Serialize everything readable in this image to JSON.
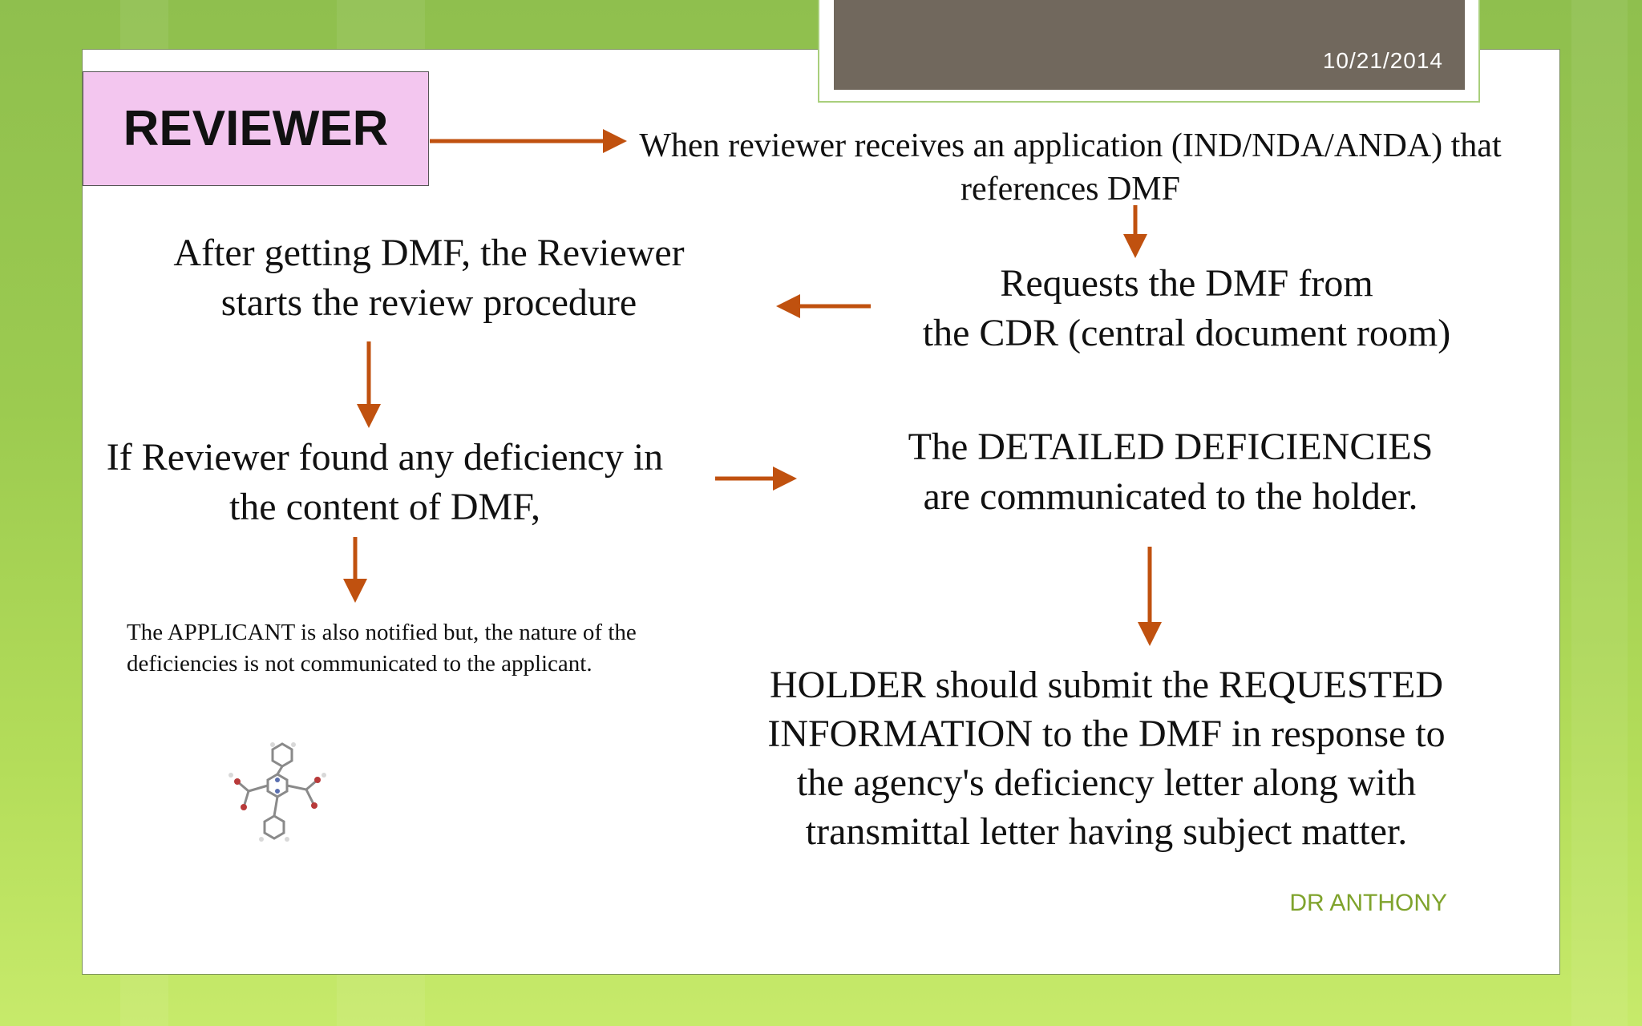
{
  "header": {
    "date": "10/21/2014"
  },
  "reviewer_label": "REVIEWER",
  "steps": {
    "receives": [
      "When reviewer receives an application (IND/NDA/ANDA) that",
      "references DMF"
    ],
    "requests": [
      "Requests the DMF from",
      "the CDR (central document room)"
    ],
    "review": [
      "After getting DMF, the Reviewer",
      "starts the review procedure"
    ],
    "deficiency_found": [
      "If Reviewer found any deficiency in",
      "the content of  DMF,"
    ],
    "communicated": [
      "The DETAILED DEFICIENCIES",
      "are communicated to the holder."
    ],
    "applicant_notice": [
      "The APPLICANT is also notified but, the nature of the",
      "deficiencies is  not communicated to the   applicant."
    ],
    "holder_submit": [
      "HOLDER should submit the REQUESTED",
      "INFORMATION to the DMF in response to",
      "the agency's deficiency letter along with",
      "transmittal letter having subject matter."
    ]
  },
  "footer": {
    "author": "DR ANTHONY"
  },
  "colors": {
    "arrow": "#c0510f",
    "accent": "#7fa32c",
    "reviewer_box": "#f3c6ef",
    "header_bar": "#71685d"
  }
}
